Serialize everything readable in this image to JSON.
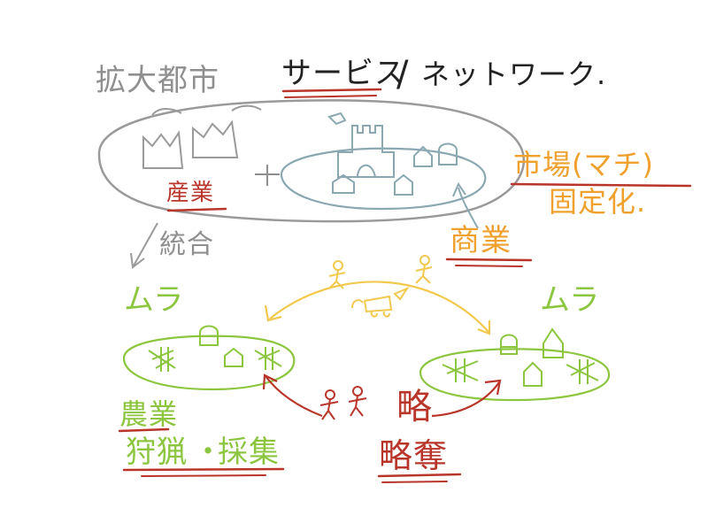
{
  "colors": {
    "gray": "#8f8f8f",
    "blue": "#8aa7b2",
    "orange": "#f0a02c",
    "yellow": "#f2c94c",
    "green": "#8cc63f",
    "red": "#b9352a",
    "dark": "#222222"
  },
  "labels": {
    "expanded_city": "拡大都市",
    "service": "サービス",
    "slash": "/",
    "network": "ネットワーク.",
    "market": "市場(マチ)",
    "fixation": "固定化.",
    "industry": "産業",
    "integration": "統合",
    "commerce": "商業",
    "plus": "+",
    "village_left": "ムラ",
    "village_right": "ムラ",
    "agriculture": "農業",
    "hunting": "狩猟",
    "separator": "・",
    "gathering": "採集",
    "plunder_top": "略",
    "plunder": "略奪"
  }
}
